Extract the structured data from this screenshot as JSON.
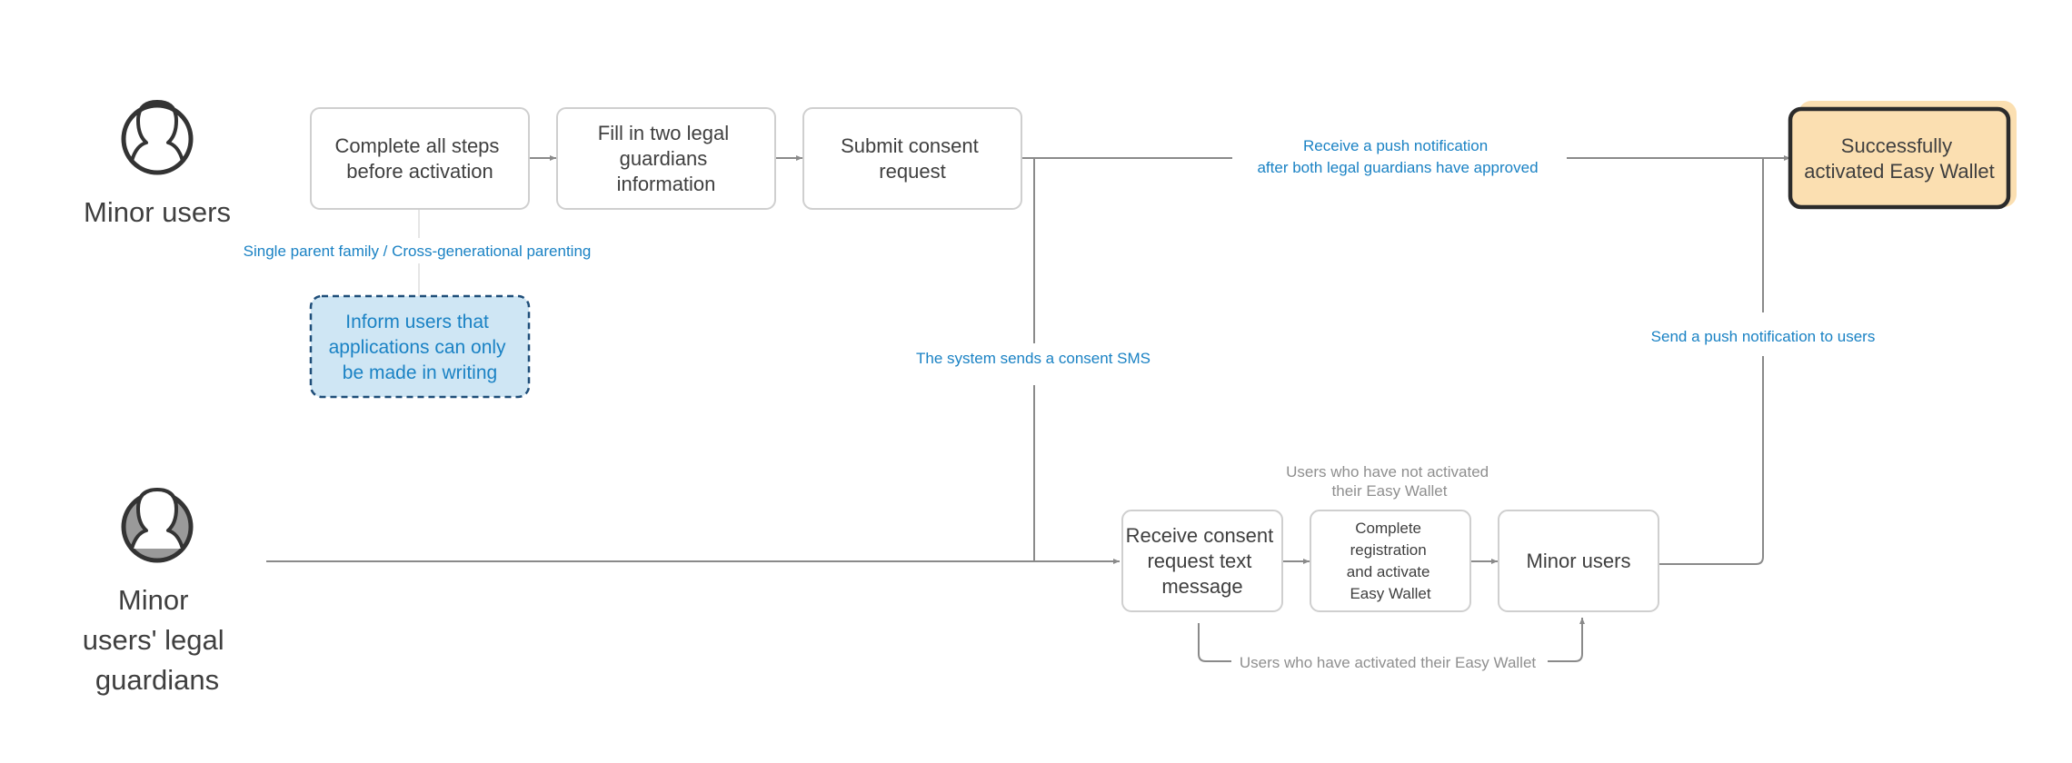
{
  "actors": {
    "minor": {
      "label_lines": [
        "Minor users"
      ],
      "icon": "person-icon"
    },
    "guardian": {
      "label_lines": [
        "Minor",
        "users' legal",
        "guardians"
      ],
      "icon": "person-icon"
    }
  },
  "steps": {
    "complete_steps": [
      "Complete all steps",
      "before activation"
    ],
    "fill_guardians": [
      "Fill in two legal",
      "guardians",
      "information"
    ],
    "submit_consent": [
      "Submit consent",
      "request"
    ],
    "inform_writing": [
      "Inform users that",
      "applications can only",
      "be made in writing"
    ],
    "success": [
      "Successfully",
      "activated Easy Wallet"
    ],
    "receive_sms": [
      "Receive consent",
      "request text",
      "message"
    ],
    "complete_registration": [
      "Complete",
      "registration",
      "and activate",
      "Easy Wallet"
    ],
    "minor_users_box": [
      "Minor users"
    ]
  },
  "labels": {
    "single_parent": "Single parent family / Cross-generational parenting",
    "push_after_approved": [
      "Receive a push notification",
      "after both legal guardians have approved"
    ],
    "system_sms": "The system sends a consent SMS",
    "send_push": "Send a push notification to users",
    "not_activated": [
      "Users who have not activated",
      "their Easy Wallet"
    ],
    "have_activated": "Users who have activated their Easy Wallet"
  },
  "colors": {
    "label_blue": "#1a82c4",
    "inform_fill": "#cfe6f4",
    "inform_border": "#1f4e79",
    "success_fill": "#fbdfb1",
    "success_border": "#2b2b2b",
    "connector": "#8a8a8a"
  }
}
